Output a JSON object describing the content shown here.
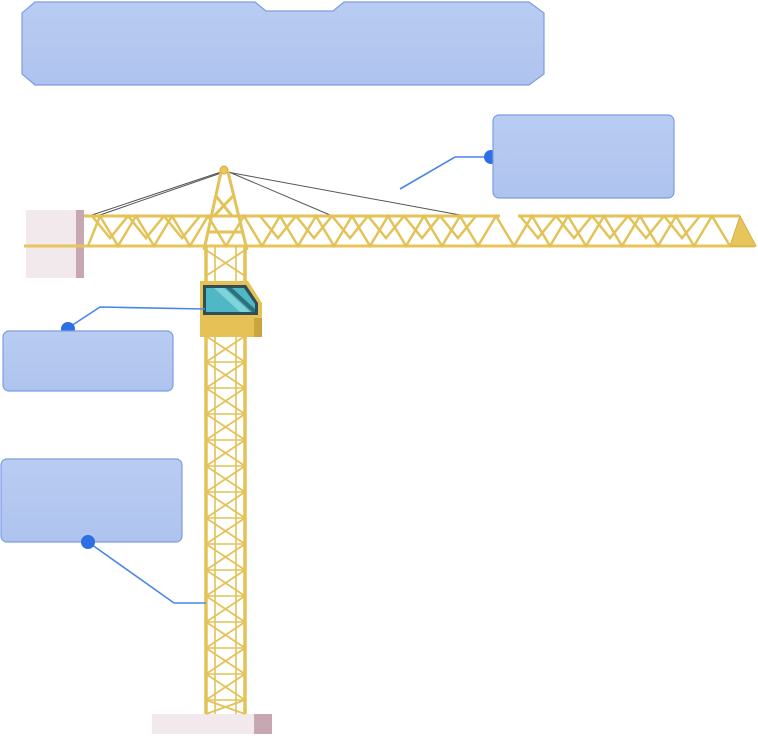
{
  "diagram": {
    "subject": "tower-crane",
    "title_banner": {
      "text": ""
    },
    "callouts": [
      {
        "id": "jib",
        "text": ""
      },
      {
        "id": "cab",
        "text": ""
      },
      {
        "id": "mast",
        "text": ""
      }
    ]
  },
  "colors": {
    "box_fill": "#b4c8f0",
    "box_stroke": "#7a9ae0",
    "leader_line": "#4a86e8",
    "leader_dot": "#2f6fe4",
    "crane_yellow": "#e9c75a",
    "crane_shadow": "#c9a53f",
    "cab_glass": "#4fb8c4",
    "cab_frame": "#2f4f57",
    "counterweight": "#efe6ea",
    "counterweight_shade": "#c8a9b4",
    "cable": "#4a4a4a"
  }
}
